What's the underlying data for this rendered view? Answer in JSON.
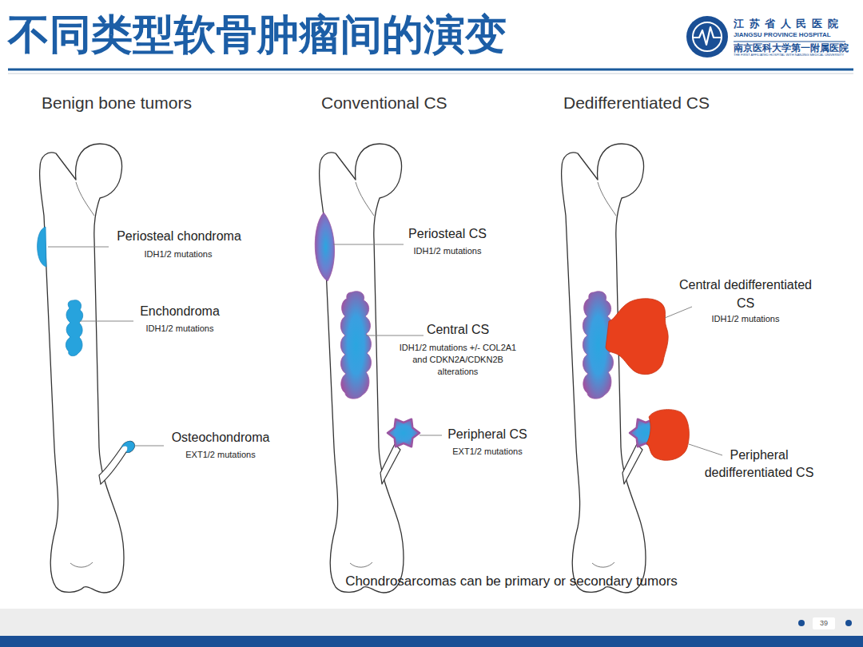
{
  "diagram": {
    "title": "不同类型软骨肿瘤间的演变",
    "caption": "Chondrosarcomas can be primary or secondary tumors",
    "nodes": [
      {
        "text": [
          "Benign bone tumors"
        ]
      },
      {
        "text": [
          "Conventional CS"
        ]
      },
      {
        "text": [
          "Dedifferentiated CS"
        ]
      }
    ],
    "labels": [
      "江 苏 省 人 民 医 院",
      "JIANGSU PROVINCE HOSPITAL",
      "南京医科大学第一附属医院",
      "THE FIRST AFFILIATED HOSPITAL WITH NANJING MEDICAL UNIVERSITY",
      "Periosteal chondroma",
      "IDH1/2 mutations",
      "Enchondroma",
      "IDH1/2 mutations",
      "Osteochondroma",
      "EXT1/2 mutations",
      "Periosteal CS",
      "IDH1/2 mutations",
      "Central CS",
      "IDH1/2 mutations +/- COL2A1 and CDKN2A/CDKN2B alterations",
      "Peripheral CS",
      "EXT1/2 mutations",
      "Central dedifferentiated CS",
      "IDH1/2 mutations",
      "Peripheral dedifferentiated CS",
      "39"
    ]
  }
}
